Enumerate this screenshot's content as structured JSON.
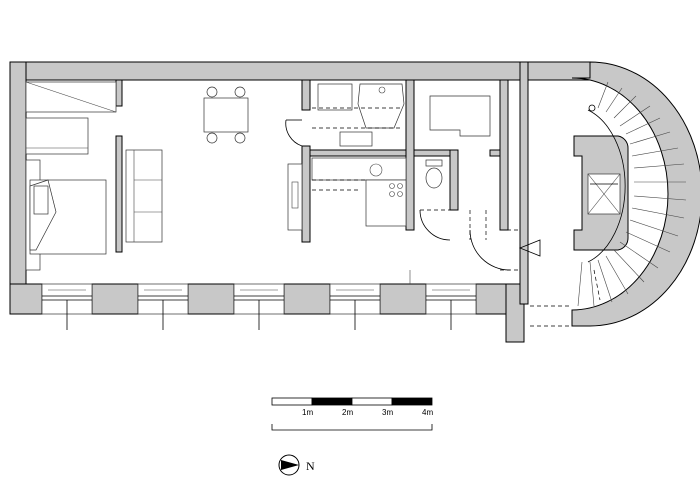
{
  "scale_bar": {
    "labels": [
      "1m",
      "2m",
      "3m",
      "4m"
    ]
  },
  "north": {
    "label": "N"
  }
}
